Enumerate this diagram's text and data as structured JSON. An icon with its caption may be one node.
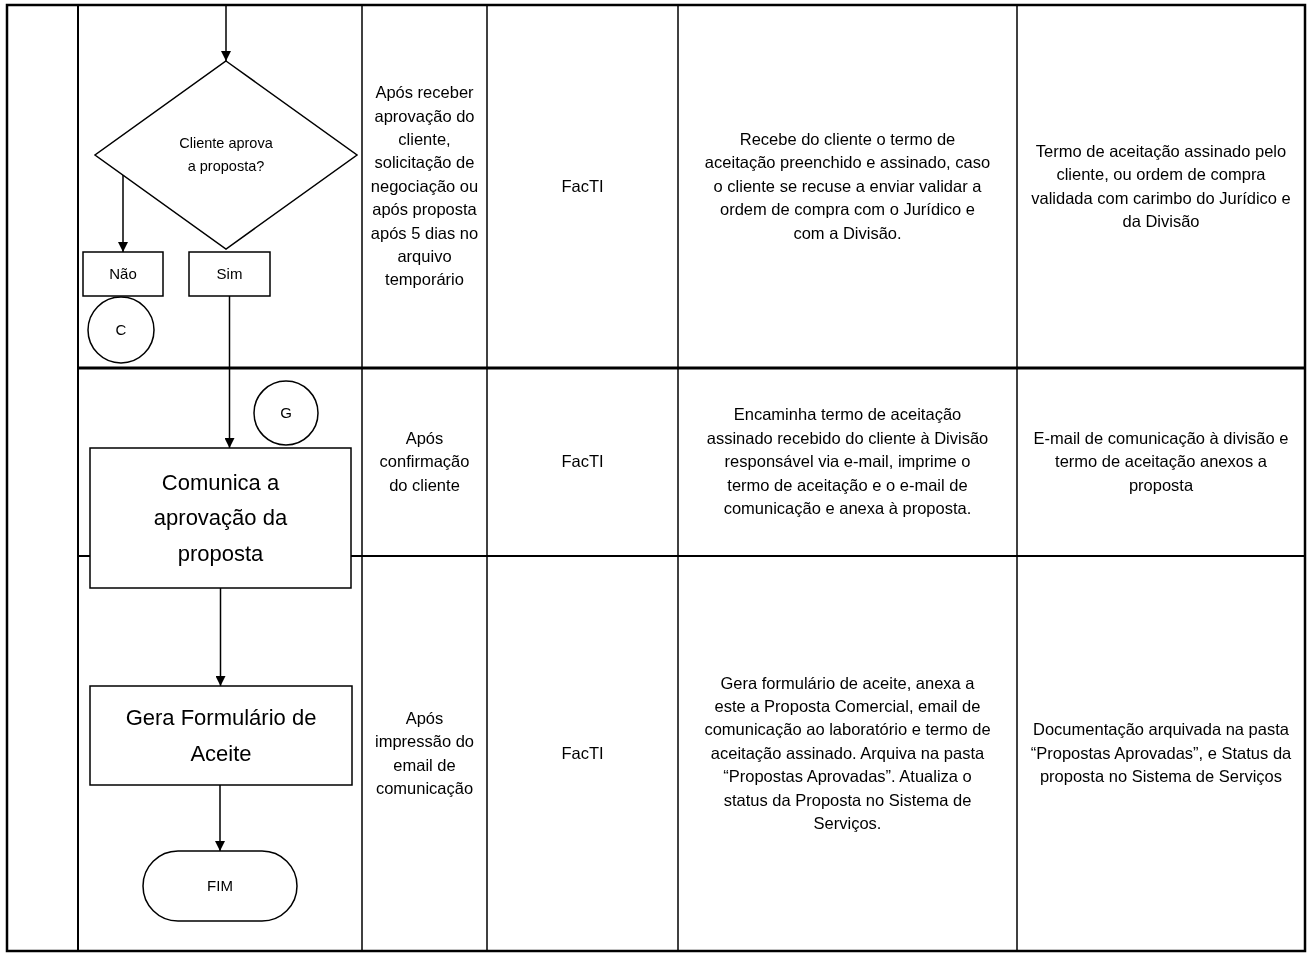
{
  "diagram": {
    "nodes": [
      {
        "text": [
          "Cliente aprova a proposta?"
        ]
      },
      {
        "text": [
          "Não"
        ]
      },
      {
        "text": [
          "Sim"
        ]
      },
      {
        "text": [
          "C"
        ]
      },
      {
        "text": [
          "G"
        ]
      },
      {
        "text": [
          "Comunica a aprovação da proposta"
        ]
      },
      {
        "text": [
          "Gera Formulário de Aceite"
        ]
      },
      {
        "text": [
          "FIM"
        ]
      }
    ],
    "edges": [
      {
        "from": null,
        "to": 0,
        "arrow": "to"
      },
      {
        "from": 0,
        "to": 1,
        "arrow": "to"
      },
      {
        "from": 2,
        "to": 5,
        "arrow": "to"
      },
      {
        "from": 5,
        "to": 6,
        "arrow": "to"
      },
      {
        "from": 6,
        "to": 7,
        "arrow": "to"
      }
    ],
    "labels": [
      "Após receber aprovação do cliente, solicitação de negociação ou após proposta após 5 dias no arquivo temporário",
      "FacTI",
      "Recebe do cliente o termo de aceitação preenchido e assinado, caso o cliente se recuse a enviar validar a ordem  de compra com o Jurídico e com a Divisão.",
      "Termo de aceitação assinado pelo cliente, ou ordem de compra validada com carimbo do Jurídico e da Divisão",
      "Após confirmação do cliente",
      "FacTI",
      "Encaminha termo de aceitação assinado recebido do cliente à Divisão responsável via e-mail, imprime o termo de aceitação e o e-mail de comunicação e anexa à proposta.",
      "E-mail de comunicação à divisão e termo de aceitação anexos a proposta",
      "Após impressão do email de comunicação",
      "FacTI",
      "Gera formulário de aceite, anexa a este a Proposta Comercial, email de comunicação ao laboratório e termo de aceitação assinado. Arquiva na pasta “Propostas Aprovadas”. Atualiza o status da Proposta no Sistema de Serviços.",
      "Documentação arquivada na pasta “Propostas Aprovadas”, e Status da proposta no Sistema de Serviços"
    ]
  }
}
